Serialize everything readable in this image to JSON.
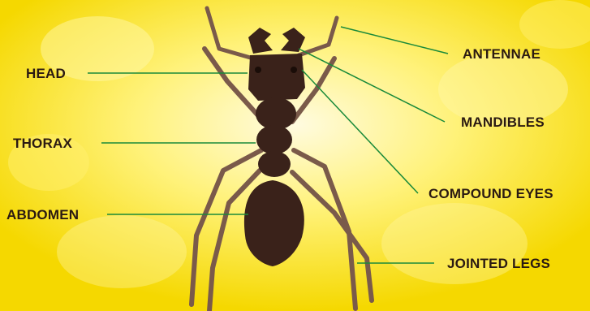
{
  "labels": {
    "head": "HEAD",
    "thorax": "THORAX",
    "abdomen": "ABDOMEN",
    "antennae": "ANTENNAE",
    "mandibles": "MANDIBLES",
    "compound_eyes": "COMPOUND EYES",
    "jointed_legs": "JOINTED LEGS"
  },
  "colors": {
    "background": "#ffe600",
    "background_glow": "#fff6b0",
    "ant_body": "#3a221a",
    "ant_legs": "#7a5a4a",
    "label_text": "#2b1a12",
    "leader_line": "#1a8a3a"
  }
}
